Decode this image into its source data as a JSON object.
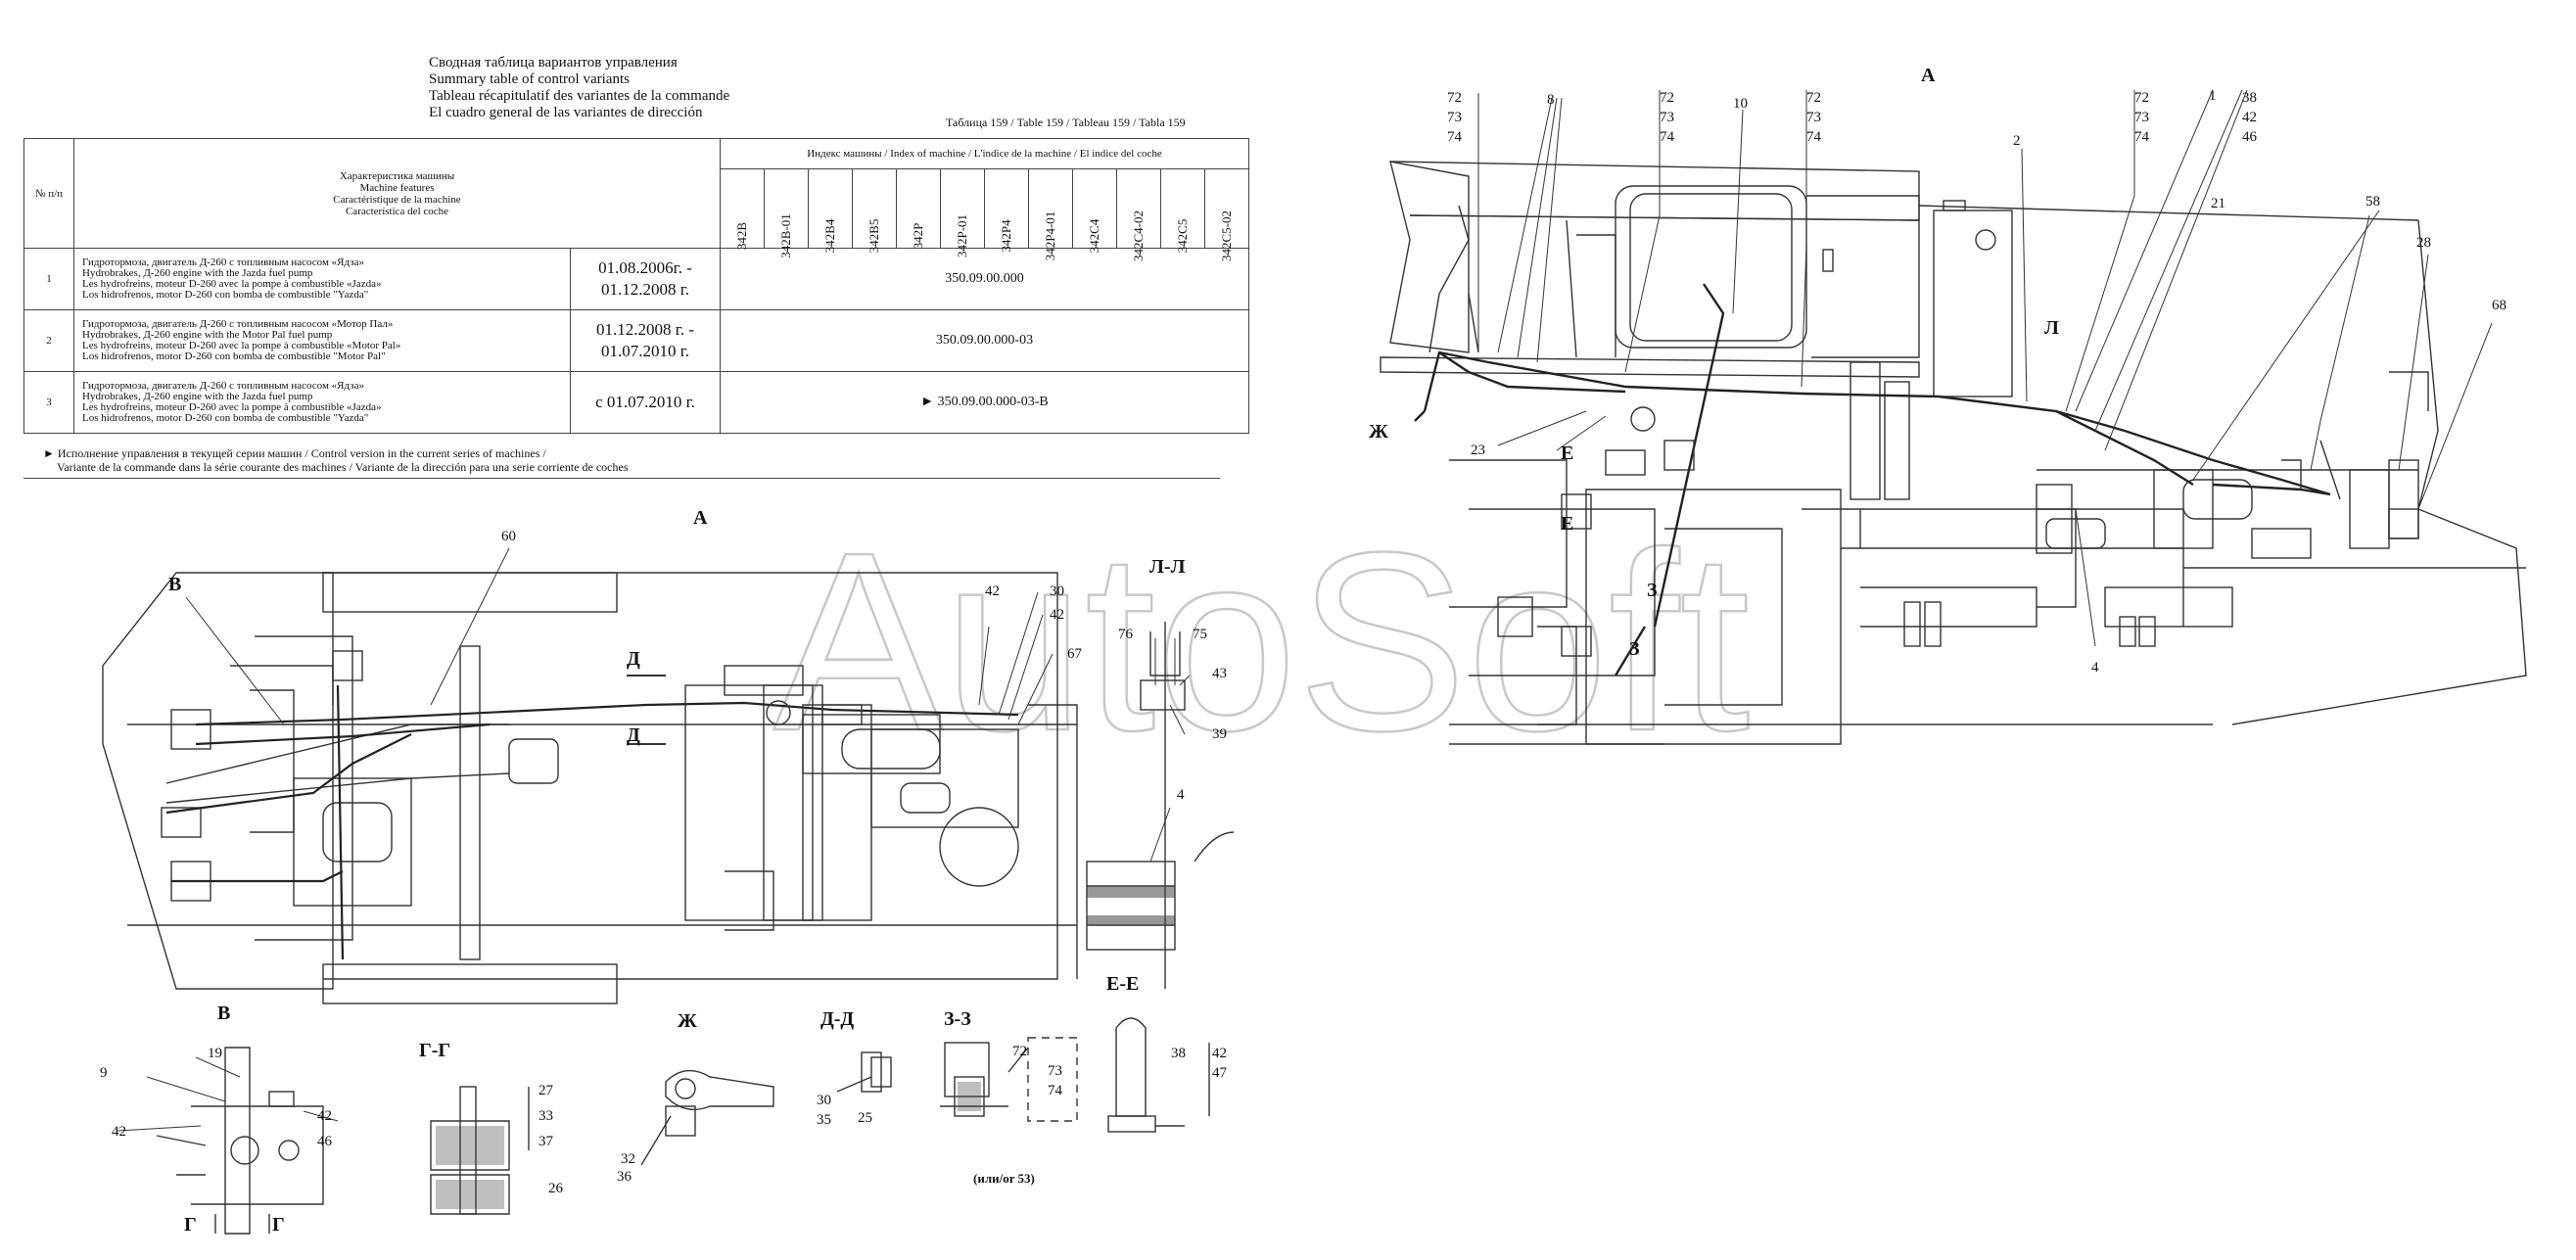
{
  "titles": {
    "ru": "Сводная таблица вариантов управления",
    "en": "Summary table of control variants",
    "fr": "Tableau récapitulatif des variantes de la commande",
    "es": "El cuadro general de las variantes de dirección"
  },
  "table_number": "Таблица 159 / Table 159 / Tableau 159 / Tabla 159",
  "table": {
    "col_no": "№ п/п",
    "col_features": [
      "Характеристика машины",
      "Machine features",
      "Caractéristique de la machine",
      "Característica del coche"
    ],
    "col_index": "Индекс машины / Index of machine / L'indice de la machine / El indice del coche",
    "index_columns": [
      "342В",
      "342В-01",
      "342В4",
      "342В5",
      "342Р",
      "342Р-01",
      "342Р4",
      "342Р4-01",
      "342С4",
      "342С4-02",
      "342С5",
      "342С5-02"
    ],
    "rows": [
      {
        "no": "1",
        "features": [
          "Гидротормоза, двигатель Д-260 с топливным насосом «Ядза»",
          "Hydrobrakes, Д-260 engine with the Jazda fuel pump",
          "Les hydrofreins, moteur D-260 avec la pompe à combustible «Jazda»",
          "Los hidrofrenos, motor D-260 con bomba de combustible \"Yazda\""
        ],
        "date_from": "01.08.2006г. -",
        "date_to": "01.12.2008 г.",
        "value": "350.09.00.000"
      },
      {
        "no": "2",
        "features": [
          "Гидротормоза, двигатель Д-260 с топливным насосом «Мотор Пал»",
          "Hydrobrakes, Д-260 engine with the Motor Pal fuel pump",
          "Les hydrofreins, moteur D-260 avec la pompe à combustible «Motor Pal»",
          "Los hidrofrenos, motor D-260 con bomba de combustible \"Motor Pal\""
        ],
        "date_from": "01.12.2008 г. -",
        "date_to": "01.07.2010 г.",
        "value": "350.09.00.000-03"
      },
      {
        "no": "3",
        "features": [
          "Гидротормоза, двигатель Д-260 с топливным насосом «Ядза»",
          "Hydrobrakes, Д-260 engine with the Jazda fuel pump",
          "Les hydrofreins, moteur D-260 avec la pompe à combustible «Jazda»",
          "Los hidrofrenos, motor D-260 con bomba de combustible \"Yazda\""
        ],
        "date_from": "с 01.07.2010 г.",
        "date_to": "",
        "value": "► 350.09.00.000-03-В"
      }
    ]
  },
  "note": {
    "line1": "► Исполнение управления в текущей серии машин / Control version in the current series of machines /",
    "line2": "Variante de la commande dans la série courante des machines / Variante de la dirección para una serie corriente de coches"
  },
  "watermark": "AutoSoft",
  "sections": {
    "view_a_top": "A",
    "view_a_left": "A",
    "v_top": "В",
    "v_bottom": "В",
    "d_top": "Д",
    "d_bottom": "Д",
    "ll": "Л-Л",
    "l": "Л",
    "e_top": "Е",
    "e_bottom": "Е",
    "zh": "Ж",
    "z_top": "З",
    "z_bottom": "З",
    "gg": "Г-Г",
    "zh2": "Ж",
    "dd": "Д-Д",
    "zz": "З-З",
    "ee": "Е-Е",
    "g1": "Г",
    "g2": "Г"
  },
  "callouts": {
    "n72a": "72",
    "n73a": "73",
    "n74a": "74",
    "n8": "8",
    "n72b": "72",
    "n73b": "73",
    "n74b": "74",
    "n10": "10",
    "n72c": "72",
    "n73c": "73",
    "n74c": "74",
    "n2": "2",
    "n72d": "72",
    "n73d": "73",
    "n74d": "74",
    "n1": "1",
    "n38": "38",
    "n42a": "42",
    "n46a": "46",
    "n21": "21",
    "n58": "58",
    "n28": "28",
    "n68": "68",
    "n23": "23",
    "n4a": "4",
    "n60": "60",
    "n42b": "42",
    "n30a": "30",
    "n42c": "42",
    "n67": "67",
    "n76": "76",
    "n75": "75",
    "n43": "43",
    "n39": "39",
    "n4b": "4",
    "n19": "19",
    "n9": "9",
    "n42d": "42",
    "n42e": "42",
    "n46b": "46",
    "n27": "27",
    "n33": "33",
    "n37": "37",
    "n26": "26",
    "n32": "32",
    "n36": "36",
    "n30b": "30",
    "n35": "35",
    "n25": "25",
    "n72e": "72",
    "n73e": "73",
    "n74e": "74",
    "n53": "(или/or 53)",
    "n38b": "38",
    "n42f": "42",
    "n47": "47"
  }
}
